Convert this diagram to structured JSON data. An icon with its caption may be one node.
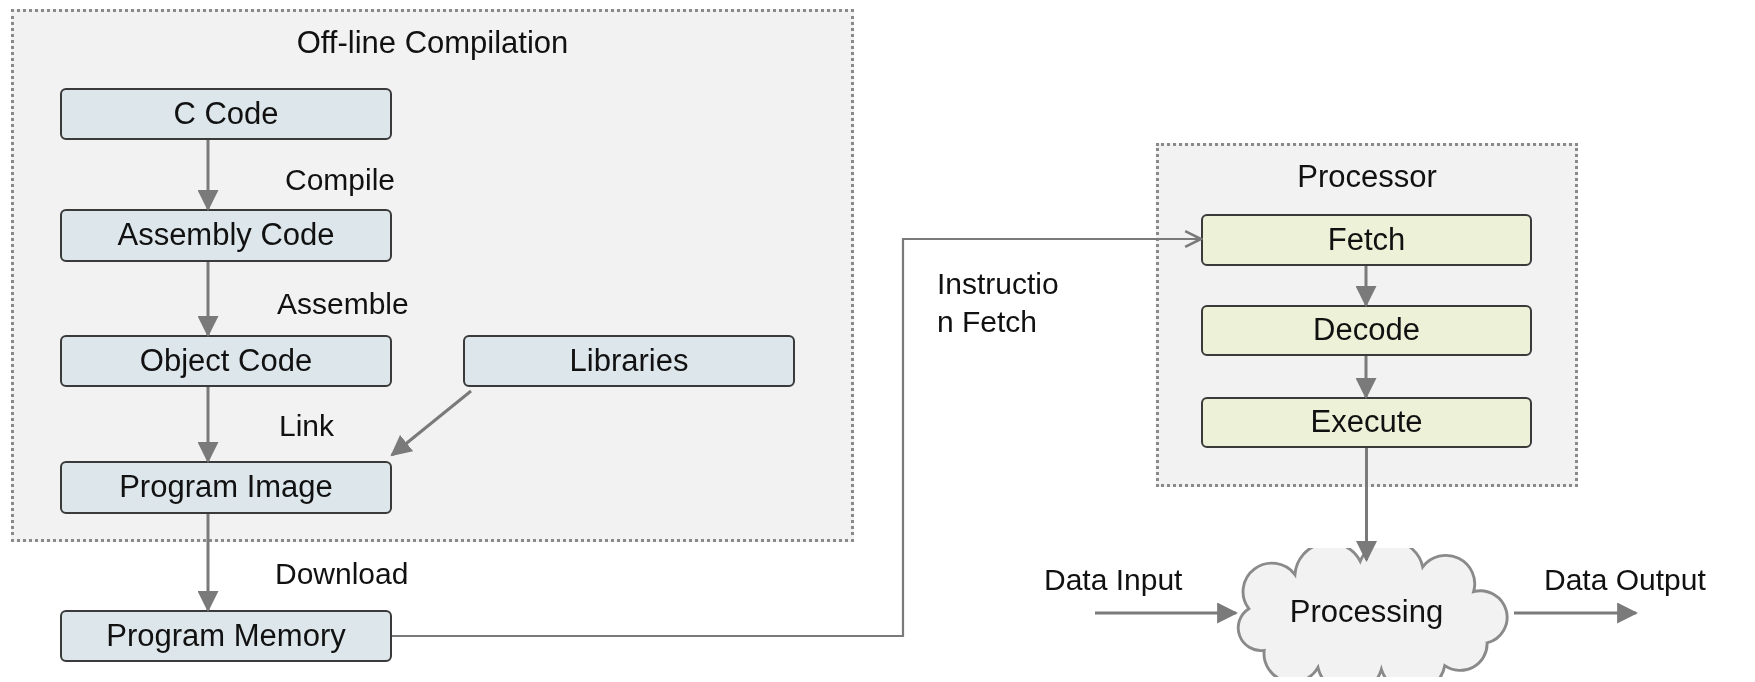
{
  "diagram": {
    "nodes": [
      {
        "text": [
          "Off-line Compilation"
        ]
      },
      {
        "text": [
          "C Code"
        ],
        "in": 0
      },
      {
        "text": [
          "Assembly Code"
        ],
        "in": 0
      },
      {
        "text": [
          "Object Code"
        ],
        "in": 0
      },
      {
        "text": [
          "Libraries"
        ],
        "in": 0
      },
      {
        "text": [
          "Program Image"
        ],
        "in": 0
      },
      {
        "text": [
          "Program Memory"
        ]
      },
      {
        "text": [
          "Processor"
        ]
      },
      {
        "text": [
          "Fetch"
        ],
        "in": 7
      },
      {
        "text": [
          "Decode"
        ],
        "in": 7
      },
      {
        "text": [
          "Execute"
        ],
        "in": 7
      },
      {
        "text": [
          "Processing"
        ]
      }
    ],
    "edges": [
      {
        "from": 1,
        "to": 2,
        "arrow": "to",
        "label": "Compile"
      },
      {
        "from": 2,
        "to": 3,
        "arrow": "to",
        "label": "Assemble"
      },
      {
        "from": 3,
        "to": 5,
        "arrow": "to",
        "label": "Link"
      },
      {
        "from": 4,
        "to": 5,
        "arrow": "to"
      },
      {
        "from": 5,
        "to": 6,
        "arrow": "to",
        "label": "Download"
      },
      {
        "from": 6,
        "to": 8,
        "arrow": "to",
        "label": "Instruction Fetch"
      },
      {
        "from": 8,
        "to": 9,
        "arrow": "to"
      },
      {
        "from": 9,
        "to": 10,
        "arrow": "to"
      },
      {
        "from": 10,
        "to": 11,
        "arrow": "to"
      },
      {
        "from": null,
        "to": 11,
        "arrow": "to",
        "label": "Data Input"
      },
      {
        "from": 11,
        "to": null,
        "arrow": "to",
        "label": "Data Output"
      }
    ]
  }
}
